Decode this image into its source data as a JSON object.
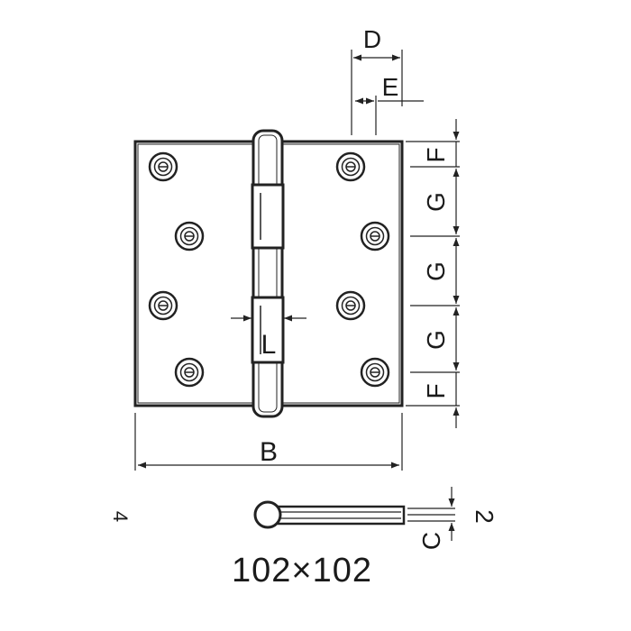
{
  "labels": {
    "D": "D",
    "E": "E",
    "F": "F",
    "G": "G",
    "L": "L",
    "B": "B",
    "C": "C",
    "two": "2",
    "side_mark": "4"
  },
  "caption": "102×102"
}
